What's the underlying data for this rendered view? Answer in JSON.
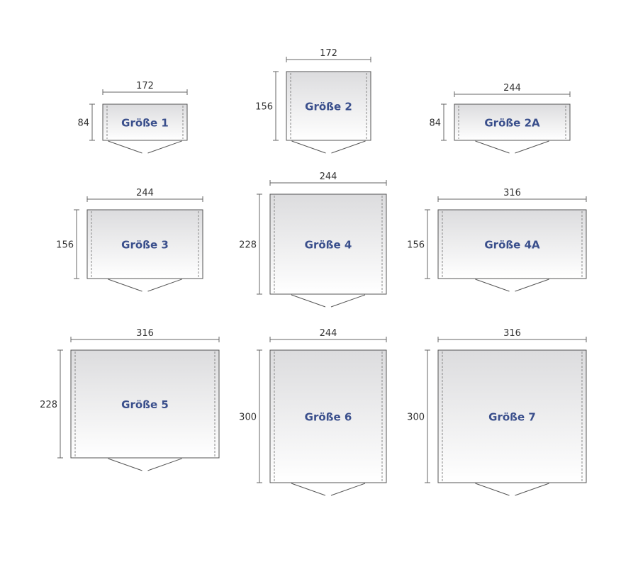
{
  "colors": {
    "label": "#3a4f8c",
    "outline": "#555555",
    "dimension": "#666666",
    "fill_top": "#dcdcde",
    "fill_bottom": "#ffffff"
  },
  "sheds": [
    {
      "label": "Größe 1",
      "width": "172",
      "depth": "84"
    },
    {
      "label": "Größe 2",
      "width": "172",
      "depth": "156"
    },
    {
      "label": "Größe 2A",
      "width": "244",
      "depth": "84"
    },
    {
      "label": "Größe 3",
      "width": "244",
      "depth": "156"
    },
    {
      "label": "Größe 4",
      "width": "244",
      "depth": "228"
    },
    {
      "label": "Größe 4A",
      "width": "316",
      "depth": "156"
    },
    {
      "label": "Größe 5",
      "width": "316",
      "depth": "228"
    },
    {
      "label": "Größe 6",
      "width": "244",
      "depth": "300"
    },
    {
      "label": "Größe 7",
      "width": "316",
      "depth": "300"
    }
  ]
}
